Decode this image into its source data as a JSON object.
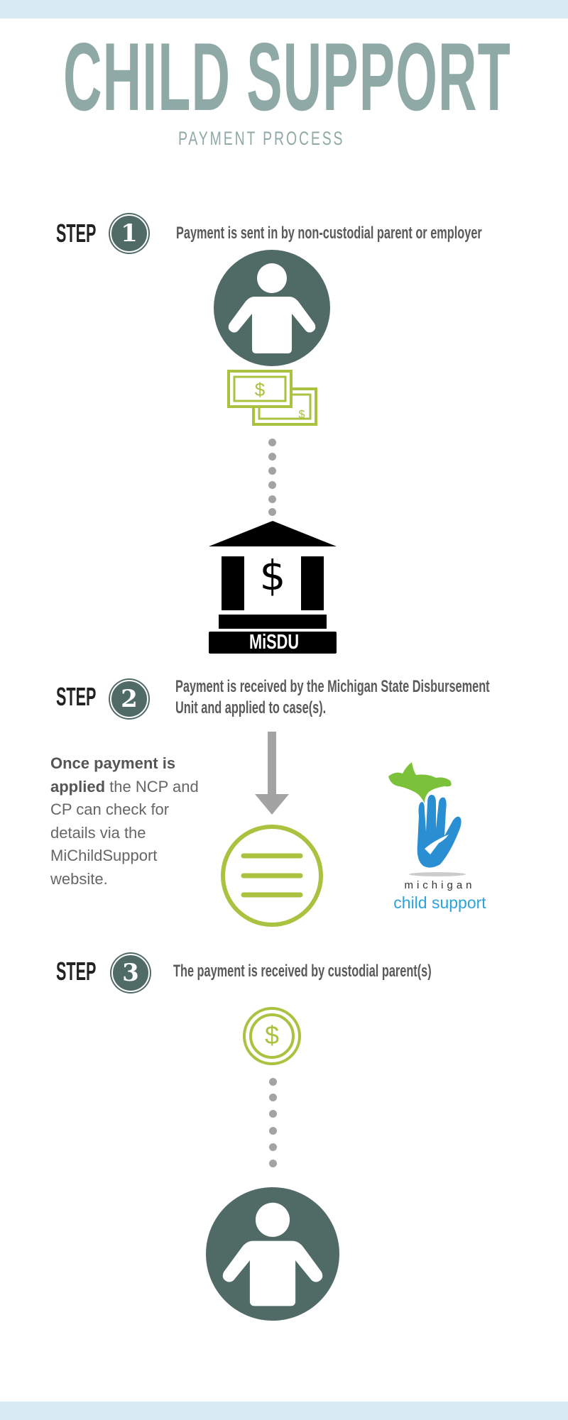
{
  "header": {
    "title": "CHILD SUPPORT",
    "subtitle": "PAYMENT PROCESS"
  },
  "steps": [
    {
      "label": "STEP",
      "number": "1",
      "text": "Payment is sent in by non-custodial parent or employer"
    },
    {
      "label": "STEP",
      "number": "2",
      "text_line1": "Payment is received by the Michigan State Disbursement",
      "text_line2": "Unit and applied to case(s)."
    },
    {
      "label": "STEP",
      "number": "3",
      "text": "The payment is received by custodial parent(s)"
    }
  ],
  "bank": {
    "label": "MiSDU",
    "symbol": "$"
  },
  "money": {
    "symbol": "$"
  },
  "coin": {
    "symbol": "$"
  },
  "info": {
    "bold": "Once payment is applied",
    "rest": " the NCP and CP can check for details via the MiChildSupport website."
  },
  "logo": {
    "line1": "michigan",
    "line2": "child support"
  },
  "colors": {
    "title": "#8fa9a6",
    "dark_teal": "#506b65",
    "green": "#a9c23f",
    "gray": "#a3a3a3",
    "band": "#d7ecf2",
    "logo_blue": "#2ba3dc"
  }
}
